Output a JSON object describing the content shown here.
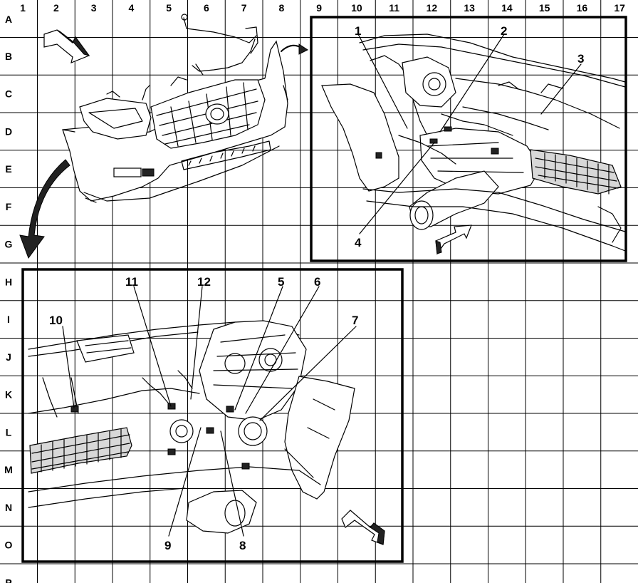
{
  "grid": {
    "columns": [
      "1",
      "2",
      "3",
      "4",
      "5",
      "6",
      "7",
      "8",
      "9",
      "10",
      "11",
      "12",
      "13",
      "14",
      "15",
      "16",
      "17"
    ],
    "rows": [
      "A",
      "B",
      "C",
      "D",
      "E",
      "F",
      "G",
      "H",
      "I",
      "J",
      "K",
      "L",
      "M",
      "N",
      "O",
      "P"
    ]
  },
  "callouts": {
    "c1": "1",
    "c2": "2",
    "c3": "3",
    "c4": "4",
    "c5": "5",
    "c6": "6",
    "c7": "7",
    "c8": "8",
    "c9": "9",
    "c10": "10",
    "c11": "11",
    "c12": "12"
  },
  "colors": {
    "ink": "#000000",
    "paper": "#ffffff",
    "shade": "#d8d8d8"
  }
}
